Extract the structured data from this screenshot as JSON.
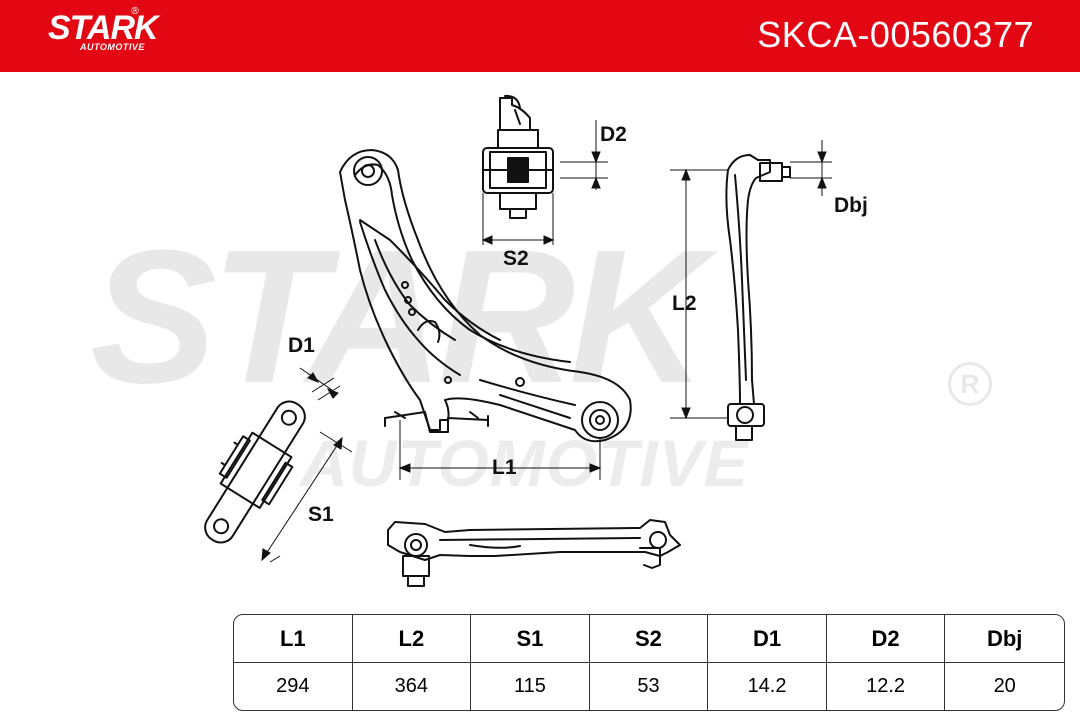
{
  "header": {
    "brand": "STARK",
    "brand_sub": "AUTOMOTIVE",
    "part_number": "SKCA-00560377",
    "color": "#e30613"
  },
  "watermark": {
    "text": "STARK",
    "sub": "AUTOMOTIVE"
  },
  "labels": {
    "d1": "D1",
    "d2": "D2",
    "dbj": "Dbj",
    "s1": "S1",
    "s2": "S2",
    "l1": "L1",
    "l2": "L2"
  },
  "table": {
    "headers": [
      "L1",
      "L2",
      "S1",
      "S2",
      "D1",
      "D2",
      "Dbj"
    ],
    "values": [
      "294",
      "364",
      "115",
      "53",
      "14.2",
      "12.2",
      "20"
    ]
  }
}
